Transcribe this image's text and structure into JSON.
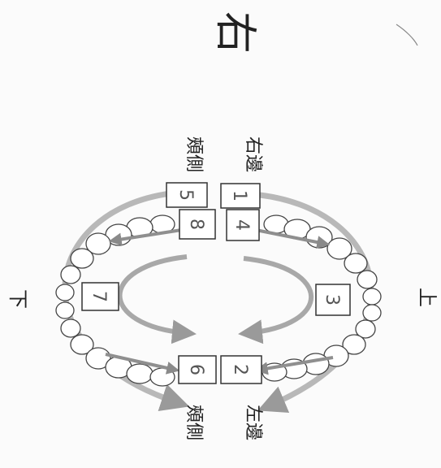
{
  "title": "右",
  "labels": {
    "top_right": "右邊",
    "top_left": "頰側",
    "bottom_right": "左邊",
    "bottom_left": "頰側",
    "upper": "上",
    "lower": "下"
  },
  "boxes": [
    {
      "id": "box-1",
      "number": "1"
    },
    {
      "id": "box-4",
      "number": "4"
    },
    {
      "id": "box-5",
      "number": "5"
    },
    {
      "id": "box-8",
      "number": "8"
    },
    {
      "id": "box-3",
      "number": "3"
    },
    {
      "id": "box-7",
      "number": "7"
    },
    {
      "id": "box-2",
      "number": "2"
    },
    {
      "id": "box-6",
      "number": "6"
    }
  ]
}
